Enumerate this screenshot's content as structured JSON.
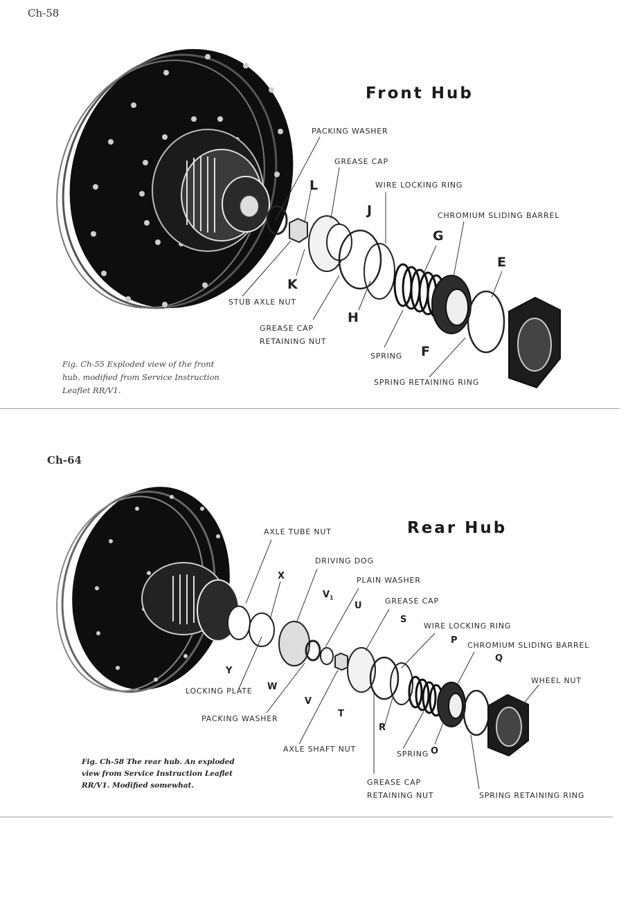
{
  "front": {
    "page_label": "Ch-58",
    "title": "Front Hub",
    "labels": {
      "packing_washer": "PACKING WASHER",
      "grease_cap": "GREASE CAP",
      "wire_locking_ring": "WIRE LOCKING RING",
      "chromium_sliding_barrel": "CHROMIUM SLIDING BARREL",
      "stub_axle_nut": "STUB AXLE NUT",
      "grease_cap_retaining_nut_1": "GREASE CAP",
      "grease_cap_retaining_nut_2": "RETAINING NUT",
      "spring": "SPRING",
      "spring_retaining_ring": "SPRING RETAINING RING"
    },
    "letters": {
      "L": "L",
      "J": "J",
      "G": "G",
      "E": "E",
      "K": "K",
      "H": "H",
      "F": "F"
    },
    "caption_lines": [
      "Fig. Ch-55 Exploded view of the front",
      "hub, modified from Service Instruction",
      "Leaflet RR/V1."
    ]
  },
  "rear": {
    "page_label": "Ch-64",
    "title": "Rear Hub",
    "labels": {
      "axle_tube_nut": "AXLE TUBE NUT",
      "driving_dog": "DRIVING DOG",
      "plain_washer": "PLAIN WASHER",
      "grease_cap": "GREASE CAP",
      "wire_locking_ring": "WIRE LOCKING RING",
      "chromium_sliding_barrel": "CHROMIUM SLIDING BARREL",
      "wheel_nut": "WHEEL NUT",
      "locking_plate": "LOCKING PLATE",
      "packing_washer": "PACKING WASHER",
      "axle_shaft_nut": "AXLE SHAFT NUT",
      "spring": "SPRING",
      "grease_cap_retaining_nut_1": "GREASE CAP",
      "grease_cap_retaining_nut_2": "RETAINING NUT",
      "spring_retaining_ring": "SPRING RETAINING RING"
    },
    "letters": {
      "X": "X",
      "V1": "V",
      "V1_sub": "1",
      "U": "U",
      "S": "S",
      "P": "P",
      "Q": "Q",
      "Y": "Y",
      "W": "W",
      "V": "V",
      "T": "T",
      "R": "R",
      "O": "O"
    },
    "caption_lines": [
      "Fig. Ch-58 The rear hub. An exploded",
      "view from Service Instruction Leaflet",
      "RR/V1. Modified somewhat."
    ]
  }
}
